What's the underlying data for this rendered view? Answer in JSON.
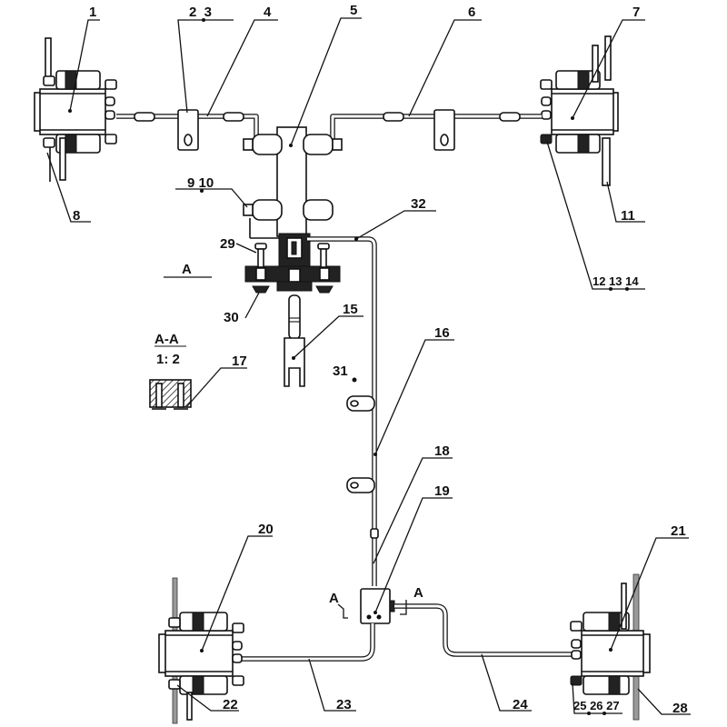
{
  "title": "Brake system pipeline assembly drawing",
  "callouts": [
    {
      "id": "c1",
      "text": "1"
    },
    {
      "id": "c2_3",
      "text": "2  3"
    },
    {
      "id": "c4",
      "text": "4"
    },
    {
      "id": "c5",
      "text": "5"
    },
    {
      "id": "c6",
      "text": "6"
    },
    {
      "id": "c7",
      "text": "7"
    },
    {
      "id": "c8",
      "text": "8"
    },
    {
      "id": "c9_10",
      "text": "9 10"
    },
    {
      "id": "c11",
      "text": "11"
    },
    {
      "id": "c12_14",
      "text": "12 13 14"
    },
    {
      "id": "c15",
      "text": "15"
    },
    {
      "id": "c16",
      "text": "16"
    },
    {
      "id": "c17",
      "text": "17"
    },
    {
      "id": "c18",
      "text": "18"
    },
    {
      "id": "c19",
      "text": "19"
    },
    {
      "id": "c20",
      "text": "20"
    },
    {
      "id": "c21",
      "text": "21"
    },
    {
      "id": "c22",
      "text": "22"
    },
    {
      "id": "c23",
      "text": "23"
    },
    {
      "id": "c24",
      "text": "24"
    },
    {
      "id": "c25_27",
      "text": "25 26 27"
    },
    {
      "id": "c28",
      "text": "28"
    },
    {
      "id": "c29",
      "text": "29"
    },
    {
      "id": "c30",
      "text": "30"
    },
    {
      "id": "c31",
      "text": "31"
    },
    {
      "id": "c32",
      "text": "32"
    }
  ],
  "view_marks": {
    "view_a_label": "A",
    "section_left": "A",
    "section_right": "A"
  },
  "section_view": {
    "title": "A-A",
    "scale": "1: 2"
  }
}
